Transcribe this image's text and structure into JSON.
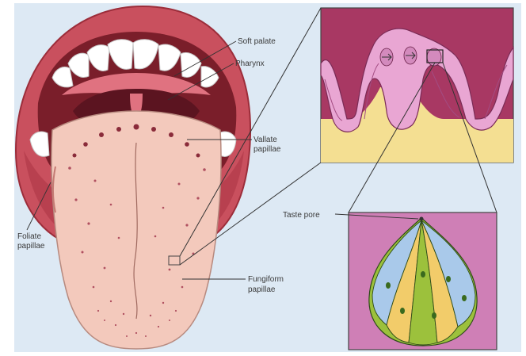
{
  "labels": {
    "soft_palate": "Soft palate",
    "pharynx": "Pharynx",
    "vallate_line1": "Vallate",
    "vallate_line2": "papillae",
    "foliate_line1": "Foliate",
    "foliate_line2": "papillae",
    "taste_pore": "Taste pore",
    "fungiform_line1": "Fungiform",
    "fungiform_line2": "papillae"
  },
  "colors": {
    "background": "#dde9f4",
    "lip": "#c9505e",
    "mouth_interior": "#7a1e2a",
    "tongue": "#f3c9bc",
    "teeth": "#ffffff",
    "papilla_dark": "#8a2b3a",
    "mucosa_pink": "#e9a6d3",
    "mucosa_dark": "#9b2c5a",
    "tissue_yellow": "#f4df92",
    "bud_green": "#9cc13c",
    "bud_yellow": "#f2cc6a",
    "bud_blue": "#a9c9ea",
    "bud_panel": "#cf7fb6"
  }
}
